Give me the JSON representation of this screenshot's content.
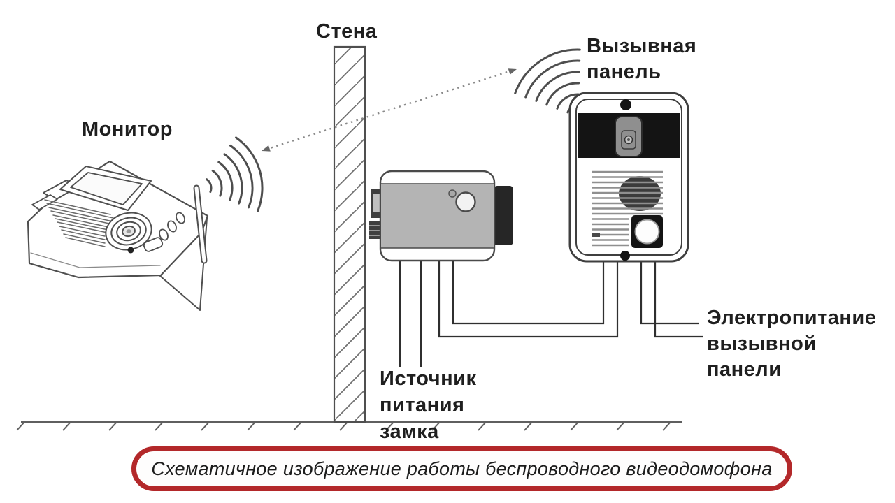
{
  "diagram": {
    "wall_label": "Стена",
    "monitor_label": "Монитор",
    "call_panel_label": "Вызывная панель",
    "lock_power_label": "Источник питания замка",
    "panel_power_label": "Электропитание вызывной панели",
    "caption": "Схематичное изображение работы беспроводного видеодомофона",
    "colors": {
      "line_art": "#4f4f4f",
      "lock_body_fill": "#b4b4b4",
      "panel_dark_band": "#141414",
      "camera_module": "#8f8f8f",
      "caption_border": "#b3282a",
      "caption_text": "#1c1c1c"
    },
    "icons": [
      "wall-hatch-icon",
      "monitor-device-icon",
      "antenna-icon",
      "wireless-signal-icon",
      "wireless-link-arrow-icon",
      "electric-lock-icon",
      "call-panel-icon",
      "camera-icon",
      "speaker-grille-icon",
      "call-button-icon",
      "screw-icon",
      "ground-line-icon",
      "wire-icon"
    ]
  }
}
